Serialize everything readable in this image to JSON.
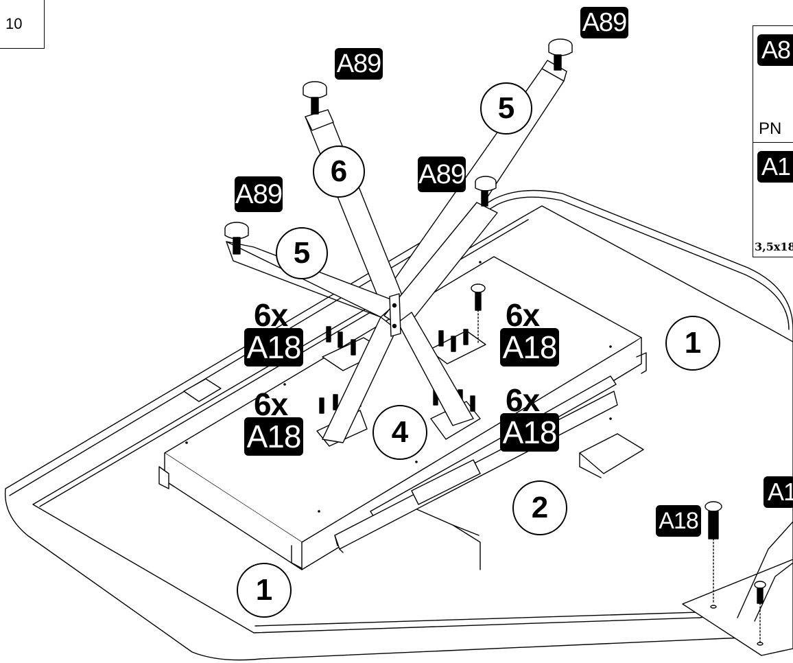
{
  "step": {
    "number": "10"
  },
  "tags": {
    "leg_top_right": "A89",
    "leg_top_left": "A89",
    "leg_mid": "A89",
    "leg_left": "A89",
    "screw_tl": "A18",
    "screw_tr": "A18",
    "screw_bl": "A18",
    "screw_br": "A18",
    "detail_screw": "A18",
    "detail_cut": "A1"
  },
  "quantities": {
    "tl": "6x",
    "tr": "6x",
    "bl": "6x",
    "br": "6x"
  },
  "part_numbers": {
    "leg_upper_right": "5",
    "leg_upper_left": "6",
    "leg_lower_left": "5",
    "bracket": "4",
    "rail": "2",
    "top_right": "1",
    "top_left": "1"
  },
  "legend": {
    "item1_tag": "A8",
    "item1_text": "PN",
    "item2_tag": "A1",
    "item2_text": "3,5x18"
  },
  "colors": {
    "line": "#000000",
    "paper": "#ffffff",
    "tag_bg": "#000000",
    "tag_fg": "#ffffff"
  }
}
